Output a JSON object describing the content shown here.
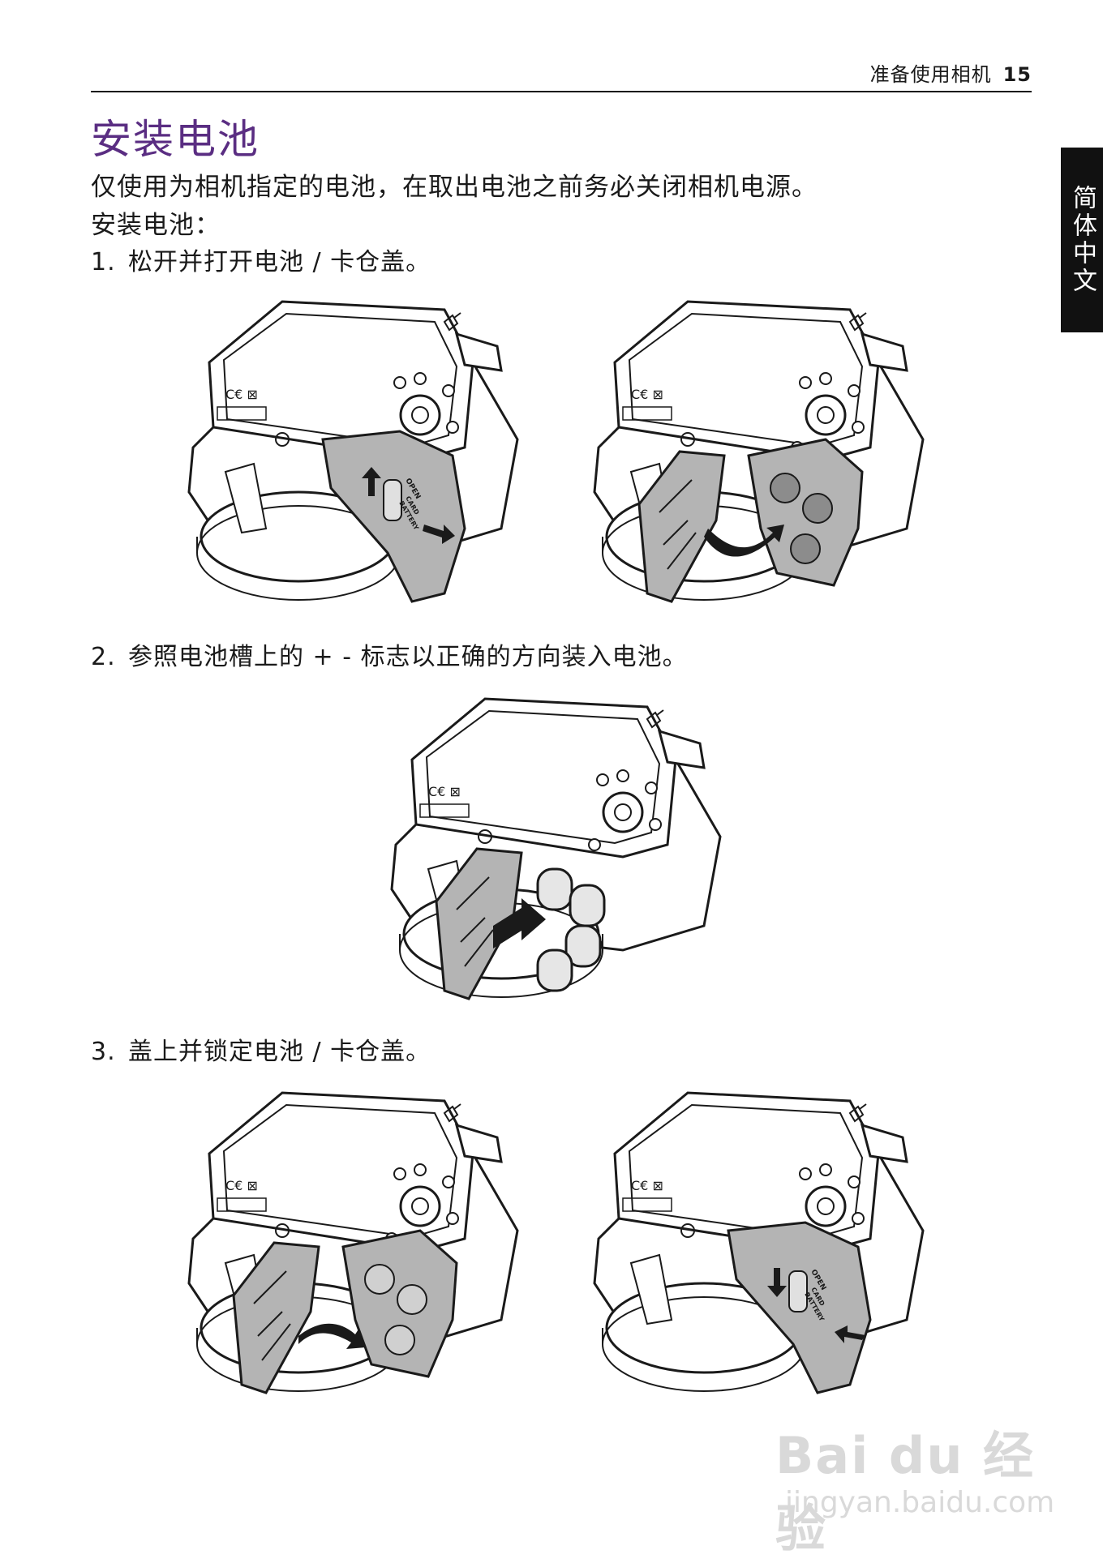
{
  "header": {
    "section": "准备使用相机",
    "page_number": "15"
  },
  "side_tab": {
    "label": "简体中文"
  },
  "title": "安装电池",
  "intro": "仅使用为相机指定的电池，在取出电池之前务必关闭相机电源。",
  "subtitle": "安装电池：",
  "steps": [
    {
      "number": "1.",
      "text": "松开并打开电池 / 卡仓盖。"
    },
    {
      "number": "2.",
      "text": "参照电池槽上的 + - 标志以正确的方向装入电池。"
    },
    {
      "number": "3.",
      "text": "盖上并锁定电池 / 卡仓盖。"
    }
  ],
  "camera_labels": {
    "open": "OPEN",
    "card": "CARD",
    "battery": "BATTERY"
  },
  "watermark": {
    "brand": "Bai du 经验",
    "url": "jingyan.baidu.com"
  },
  "colors": {
    "title": "#5a2d82",
    "cover": "#b4b4b4",
    "ink": "#1a1a1a"
  }
}
